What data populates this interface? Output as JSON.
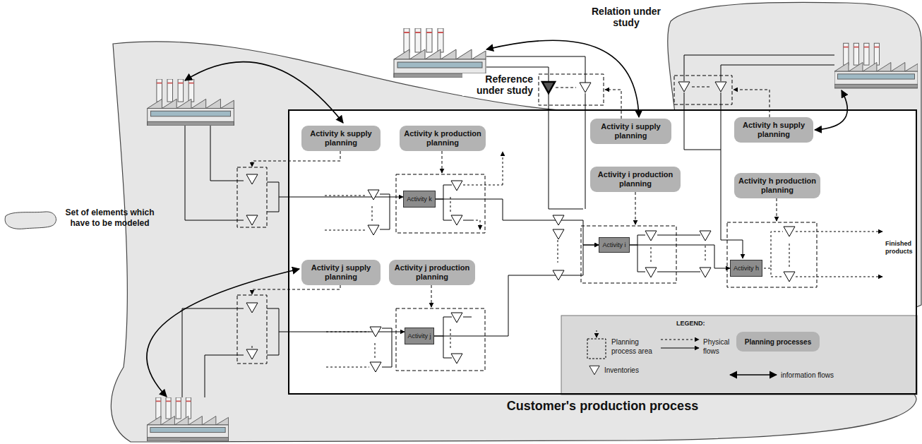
{
  "diagram": {
    "nodes": [
      {
        "text": [
          "Customer's production process"
        ]
      },
      {
        "text": [
          "Activity k supply planning"
        ],
        "in": 0
      },
      {
        "text": [
          "Activity k production planning"
        ],
        "in": 0
      },
      {
        "text": [
          "Activity k"
        ],
        "in": 0
      },
      {
        "text": [
          "Activity j supply planning"
        ],
        "in": 0
      },
      {
        "text": [
          "Activity j production planning"
        ],
        "in": 0
      },
      {
        "text": [
          "Activity j"
        ],
        "in": 0
      },
      {
        "text": [
          "Activity i supply planning"
        ],
        "in": 0
      },
      {
        "text": [
          "Activity i production planning"
        ],
        "in": 0
      },
      {
        "text": [
          "Activity i"
        ],
        "in": 0
      },
      {
        "text": [
          "Activity h supply planning"
        ],
        "in": 0
      },
      {
        "text": [
          "Activity h production planning"
        ],
        "in": 0
      },
      {
        "text": [
          "Activity h"
        ],
        "in": 0
      }
    ],
    "edges": [
      {
        "from": 3,
        "to": 9,
        "arrow": "to"
      },
      {
        "from": 6,
        "to": 9,
        "arrow": "to"
      },
      {
        "from": 9,
        "to": 12,
        "arrow": "to"
      }
    ],
    "labels": [
      "Relation under study",
      "Reference under study",
      "LEGEND:",
      "Finished products"
    ],
    "legend": [
      {
        "text": "Set of elements which have to be modeled",
        "color": "#e6e6e6"
      },
      {
        "text": "Planning process area"
      },
      {
        "text": "Physical flows"
      },
      {
        "text": "Planning processes",
        "color": "#b3b3b3"
      },
      {
        "text": "Inventories"
      },
      {
        "text": "information flows"
      }
    ]
  }
}
